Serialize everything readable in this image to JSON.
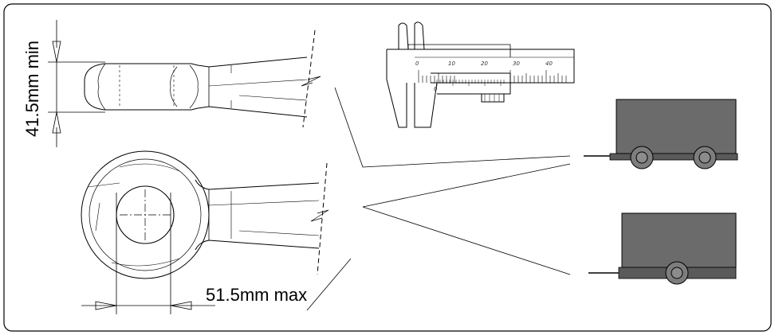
{
  "dimensions": {
    "height_min": "41.5mm min",
    "width_max": "51.5mm max"
  },
  "caliper": {
    "main_scale_numbers": [
      "0",
      "10",
      "20",
      "30",
      "40"
    ],
    "vernier_zero": "0"
  },
  "colors": {
    "line": "#000000",
    "trailer_fill": "#6b6b6b",
    "trailer_dark": "#4f4f4f",
    "wheel_fill": "#8c8c8c"
  }
}
